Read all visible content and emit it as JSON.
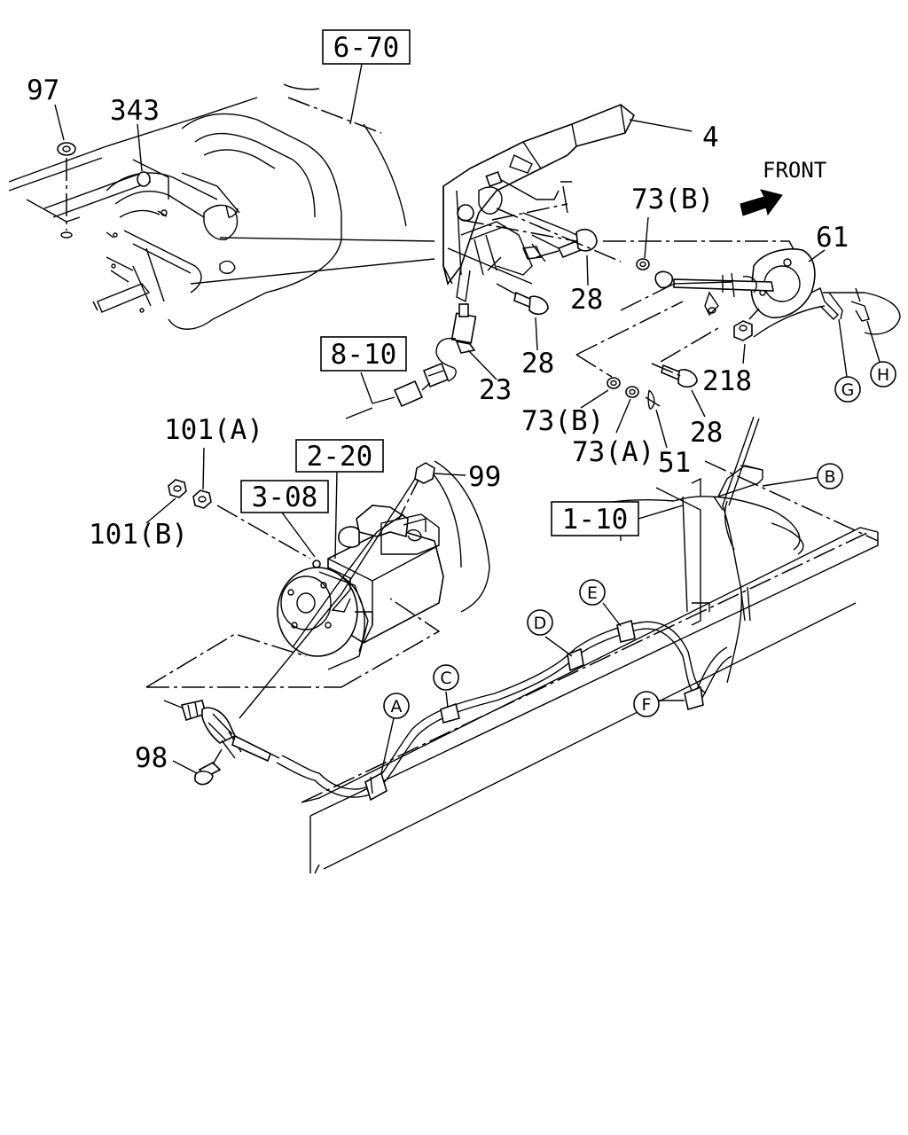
{
  "direction": {
    "label": "FRONT"
  },
  "ref_boxes": [
    {
      "id": "6-70",
      "text": "6-70"
    },
    {
      "id": "8-10",
      "text": "8-10"
    },
    {
      "id": "2-20",
      "text": "2-20"
    },
    {
      "id": "3-08",
      "text": "3-08"
    },
    {
      "id": "1-10",
      "text": "1-10"
    }
  ],
  "part_labels": {
    "p97": "97",
    "p343": "343",
    "p4": "4",
    "p73b_top": "73(B)",
    "p61": "61",
    "p28_a": "28",
    "p28_b": "28",
    "p28_c": "28",
    "p218": "218",
    "p23": "23",
    "p73b_low": "73(B)",
    "p73a": "73(A)",
    "p51": "51",
    "p101a": "101(A)",
    "p101b": "101(B)",
    "p99": "99",
    "p98": "98"
  },
  "circle_labels": {
    "A": "A",
    "B": "B",
    "C": "C",
    "D": "D",
    "E": "E",
    "F": "F",
    "G": "G",
    "H": "H"
  }
}
